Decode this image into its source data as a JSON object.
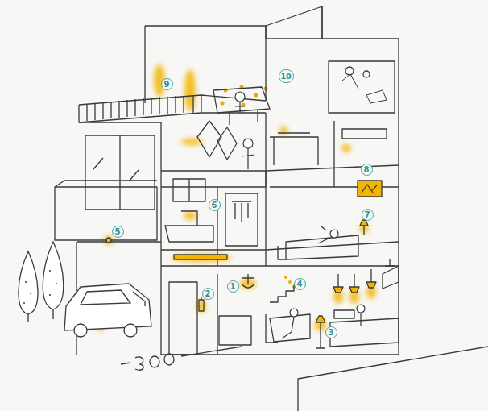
{
  "diagram": {
    "labels": [
      "9",
      "10",
      "8",
      "6",
      "5",
      "7",
      "2",
      "1",
      "4",
      "3"
    ]
  }
}
